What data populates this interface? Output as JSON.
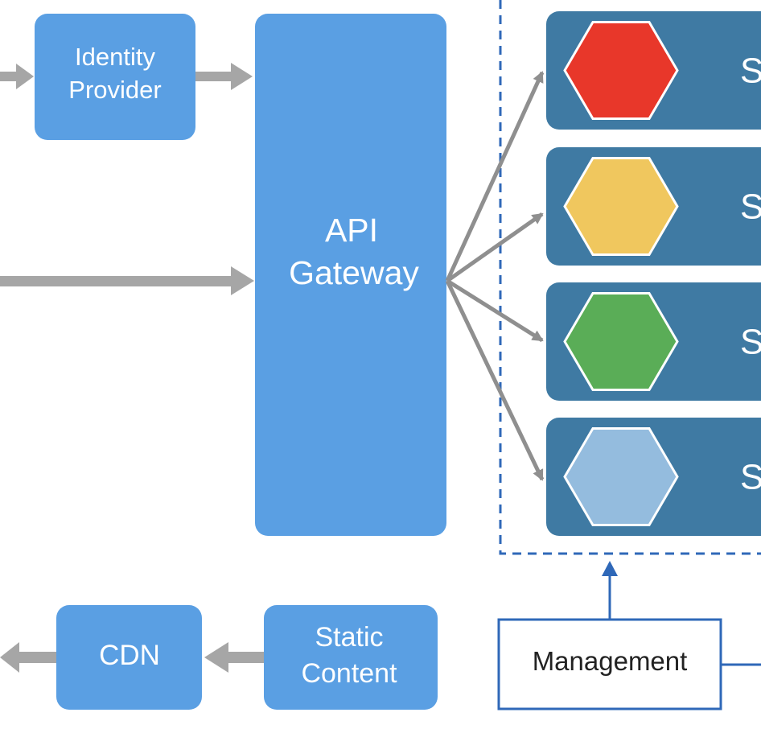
{
  "colors": {
    "block_blue": "#5a9fe3",
    "service_panel": "#3f7aa3",
    "arrow_gray": "#a6a6a6",
    "arrow_dark_gray": "#8f8f8f",
    "dashed_border": "#2f68b8",
    "management_border": "#2f68b8",
    "hex_red": "#e8372a",
    "hex_yellow": "#f0c75e",
    "hex_green": "#5aad57",
    "hex_light_blue": "#94bcde",
    "white": "#ffffff"
  },
  "identity_provider": {
    "line1": "Identity",
    "line2": "Provider"
  },
  "api_gateway": {
    "line1": "API",
    "line2": "Gateway"
  },
  "cdn": {
    "label": "CDN"
  },
  "static_content": {
    "line1": "Static",
    "line2": "Content"
  },
  "management": {
    "label": "Management"
  },
  "services": [
    {
      "label": "S",
      "hex_color": "hex_red"
    },
    {
      "label": "S",
      "hex_color": "hex_yellow"
    },
    {
      "label": "S",
      "hex_color": "hex_green"
    },
    {
      "label": "S",
      "hex_color": "hex_light_blue"
    }
  ]
}
